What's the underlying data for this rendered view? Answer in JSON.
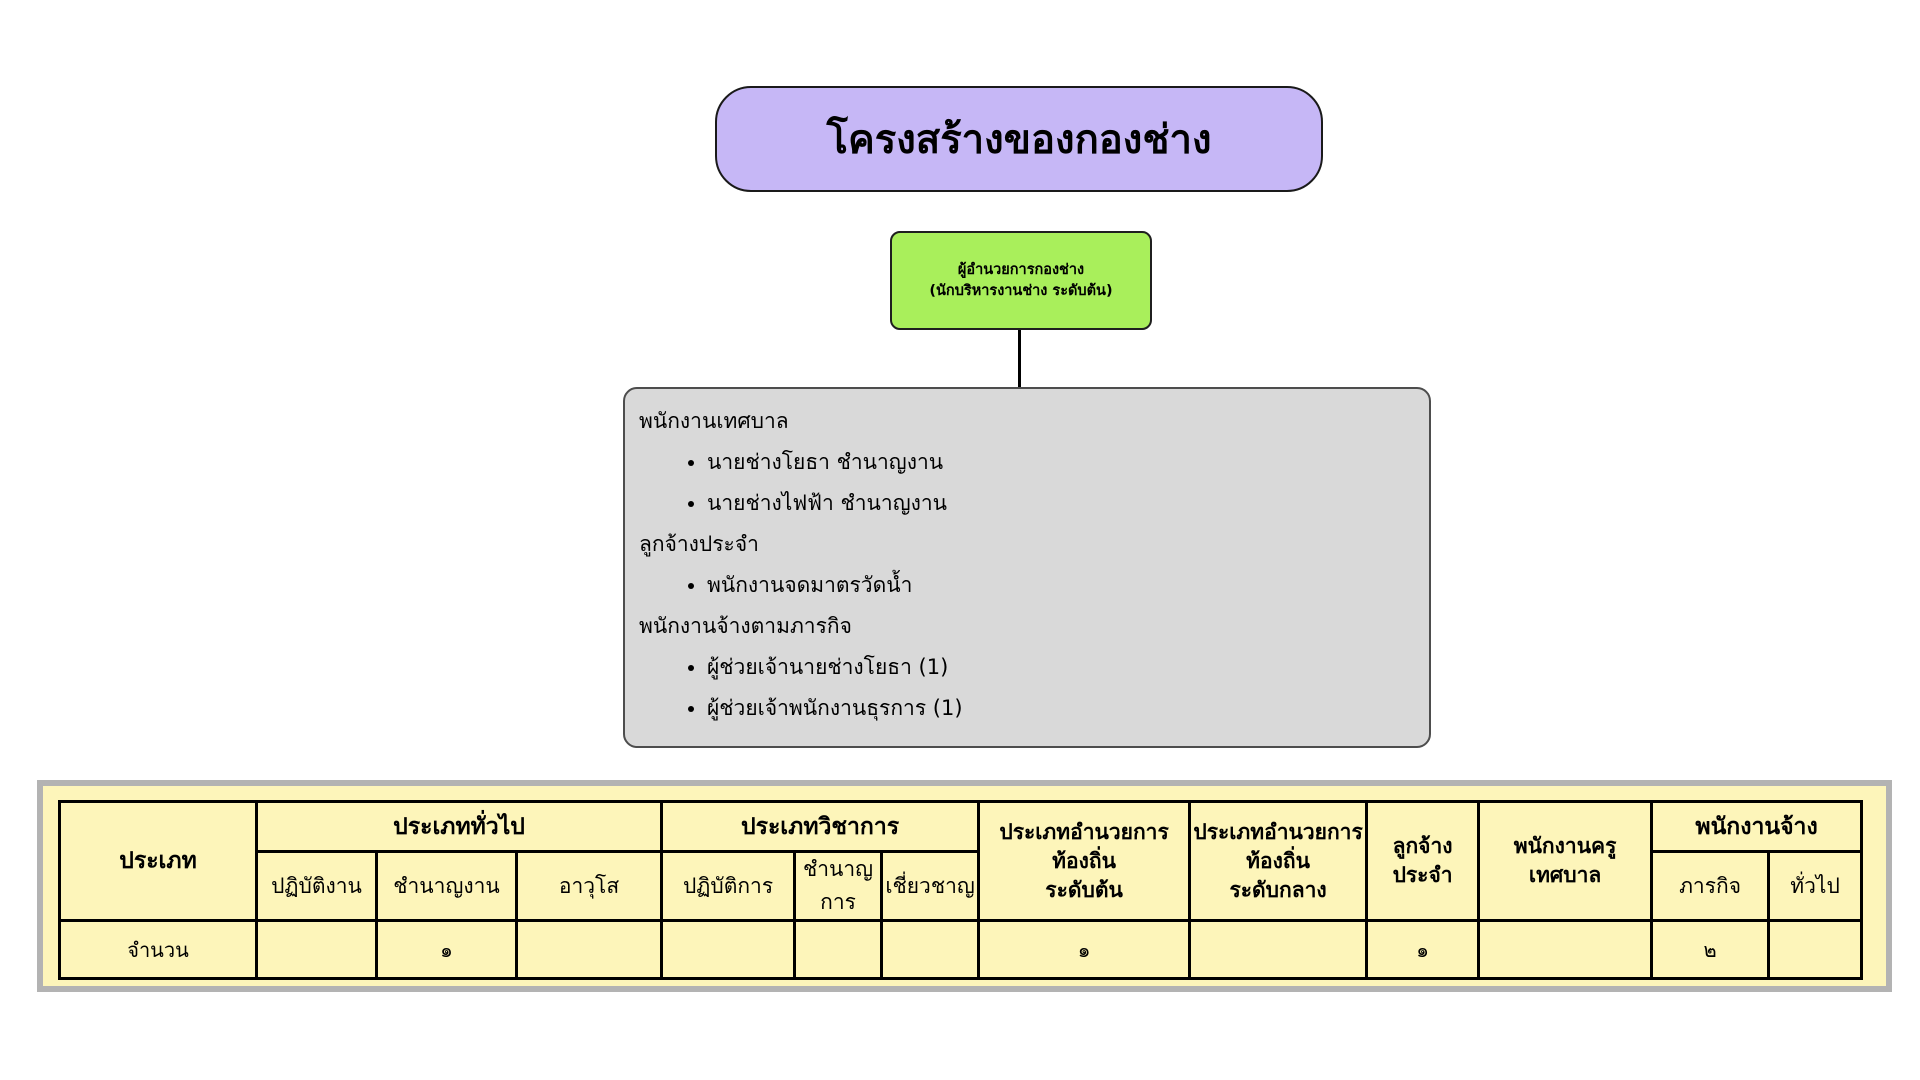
{
  "colors": {
    "title_fill": "#c6b7f6",
    "director_fill": "#a9ef5b",
    "staff_box_fill": "#d9d9d9",
    "table_background": "#fdf5ba",
    "table_frame": "#b3b3b3",
    "table_grid": "#000000"
  },
  "title": "โครงสร้างของกองช่าง",
  "director": {
    "line1": "ผู้อำนวยการกองช่าง",
    "line2": "(นักบริหารงานช่าง ระดับต้น)"
  },
  "staff": {
    "sections": [
      {
        "heading": "พนักงานเทศบาล",
        "items": [
          "นายช่างโยธา ชำนาญงาน",
          "นายช่างไฟฟ้า ชำนาญงาน"
        ]
      },
      {
        "heading": "ลูกจ้างประจำ",
        "items": [
          "พนักงานจดมาตรวัดน้ำ"
        ]
      },
      {
        "heading": "พนักงานจ้างตามภารกิจ",
        "items": [
          "ผู้ช่วยเจ้านายช่างโยธา (1)",
          "ผู้ช่วยเจ้าพนักงานธุรการ (1)"
        ]
      }
    ]
  },
  "table": {
    "corner_header": "ประเภท",
    "groups": [
      {
        "label": "ประเภททั่วไป",
        "subs": [
          "ปฏิบัติงาน",
          "ชำนาญงาน",
          "อาวุโส"
        ]
      },
      {
        "label": "ประเภทวิชาการ",
        "subs": [
          "ปฏิบัติการ",
          "ชำนาญการ",
          "เชี่ยวชาญ"
        ]
      },
      {
        "label": "พนักงานจ้าง",
        "subs": [
          "ภารกิจ",
          "ทั่วไป"
        ]
      }
    ],
    "tall_headers": [
      "ประเภทอำนวยการ\nท้องถิ่น\nระดับต้น",
      "ประเภทอำนวยการ\nท้องถิ่น\nระดับกลาง",
      "ลูกจ้าง\nประจำ",
      "พนักงานครู\nเทศบาล"
    ],
    "data_row": {
      "label": "จำนวน",
      "values": [
        "",
        "๑",
        "",
        "",
        "",
        "",
        "๑",
        "",
        "๑",
        "",
        "๒",
        ""
      ]
    }
  }
}
